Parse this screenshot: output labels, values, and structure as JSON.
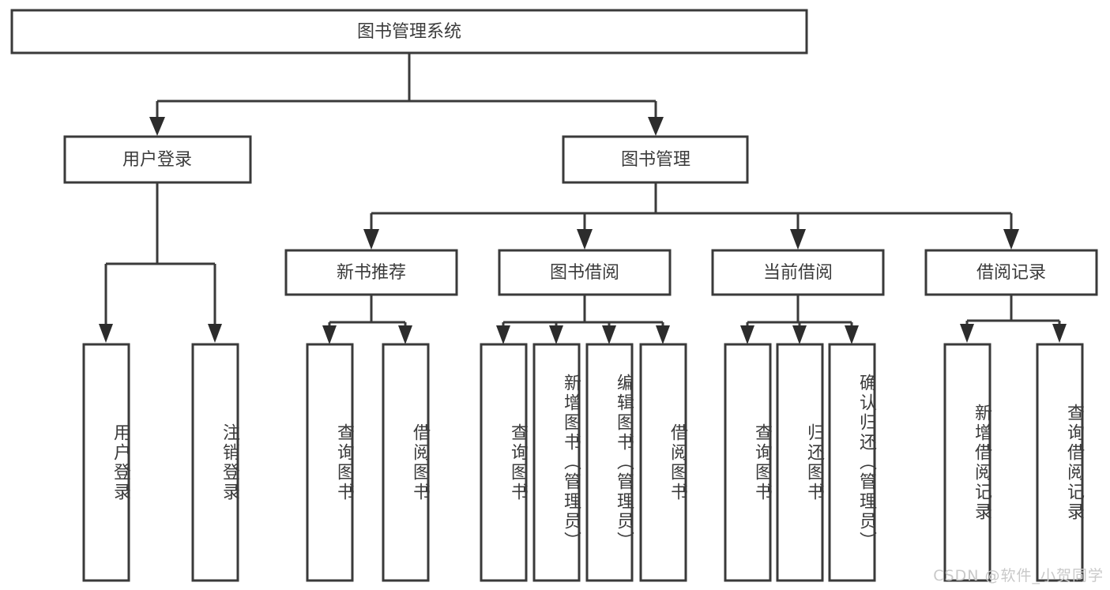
{
  "diagram": {
    "type": "tree-hierarchy-chart",
    "root": {
      "id": "root",
      "label": "图书管理系统"
    },
    "level1": [
      {
        "id": "user-login",
        "label": "用户登录"
      },
      {
        "id": "book-management",
        "label": "图书管理"
      }
    ],
    "level2": [
      {
        "id": "new-book-recommend",
        "label": "新书推荐",
        "parent": "book-management"
      },
      {
        "id": "book-borrow",
        "label": "图书借阅",
        "parent": "book-management"
      },
      {
        "id": "current-borrow",
        "label": "当前借阅",
        "parent": "book-management"
      },
      {
        "id": "borrow-record",
        "label": "借阅记录",
        "parent": "book-management"
      }
    ],
    "leaves": {
      "user-login": [
        {
          "id": "leaf-user-login",
          "label": "用户登录"
        },
        {
          "id": "leaf-user-logout",
          "label": "注销登录"
        }
      ],
      "new-book-recommend": [
        {
          "id": "leaf-query-book-1",
          "label": "查询图书"
        },
        {
          "id": "leaf-borrow-book-1",
          "label": "借阅图书"
        }
      ],
      "book-borrow": [
        {
          "id": "leaf-query-book-2",
          "label": "查询图书"
        },
        {
          "id": "leaf-add-book",
          "label": "新增图书（管理员）"
        },
        {
          "id": "leaf-edit-book",
          "label": "编辑图书（管理员）"
        },
        {
          "id": "leaf-borrow-book-2",
          "label": "借阅图书"
        }
      ],
      "current-borrow": [
        {
          "id": "leaf-query-book-3",
          "label": "查询图书"
        },
        {
          "id": "leaf-return-book",
          "label": "归还图书"
        },
        {
          "id": "leaf-confirm-return",
          "label": "确认归还（管理员）"
        }
      ],
      "borrow-record": [
        {
          "id": "leaf-add-record",
          "label": "新增借阅记录"
        },
        {
          "id": "leaf-query-record",
          "label": "查询借阅记录"
        }
      ]
    }
  },
  "watermark": {
    "text": "CSDN @软件_小贺同学"
  },
  "colors": {
    "box_stroke": "#3a3a3a",
    "connector": "#3a3a3a",
    "text": "#3b3b3b",
    "background": "#ffffff",
    "watermark": "#c9c9c9"
  }
}
